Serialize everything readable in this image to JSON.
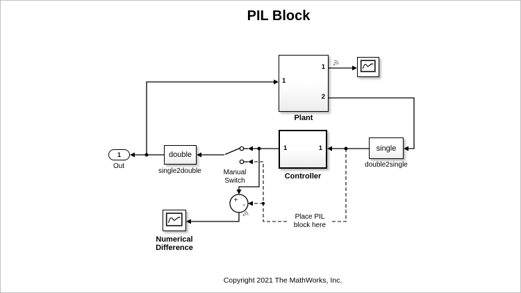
{
  "title": "PIL Block",
  "copyright": "Copyright 2021 The MathWorks, Inc.",
  "colors": {
    "background": "#ffffff",
    "line": "#000000",
    "signal_logging_badge": "#7d93a8",
    "block_shadow": "#c9c9c9"
  },
  "icons": {
    "signal_logging_badge": "wifi-arcs",
    "scope_display": "waveform-screen"
  },
  "blocks": {
    "plant": {
      "label": "Plant",
      "in1": "1",
      "out1": "1",
      "out2": "2"
    },
    "controller": {
      "label": "Controller",
      "in1": "1",
      "out1": "1"
    },
    "double_block": {
      "label": "double",
      "caption": "single2double"
    },
    "single_block": {
      "label": "single",
      "caption": "double2single"
    },
    "outport": {
      "number": "1",
      "caption": "Out"
    },
    "manual_switch": {
      "caption_line1": "Manual",
      "caption_line2": "Switch"
    },
    "sum": {
      "plus": "+",
      "minus": "-"
    },
    "numerical_difference": {
      "caption_line1": "Numerical",
      "caption_line2": "Difference"
    }
  },
  "annotations": {
    "pil_line1": "Place PIL",
    "pil_line2": "block here"
  }
}
